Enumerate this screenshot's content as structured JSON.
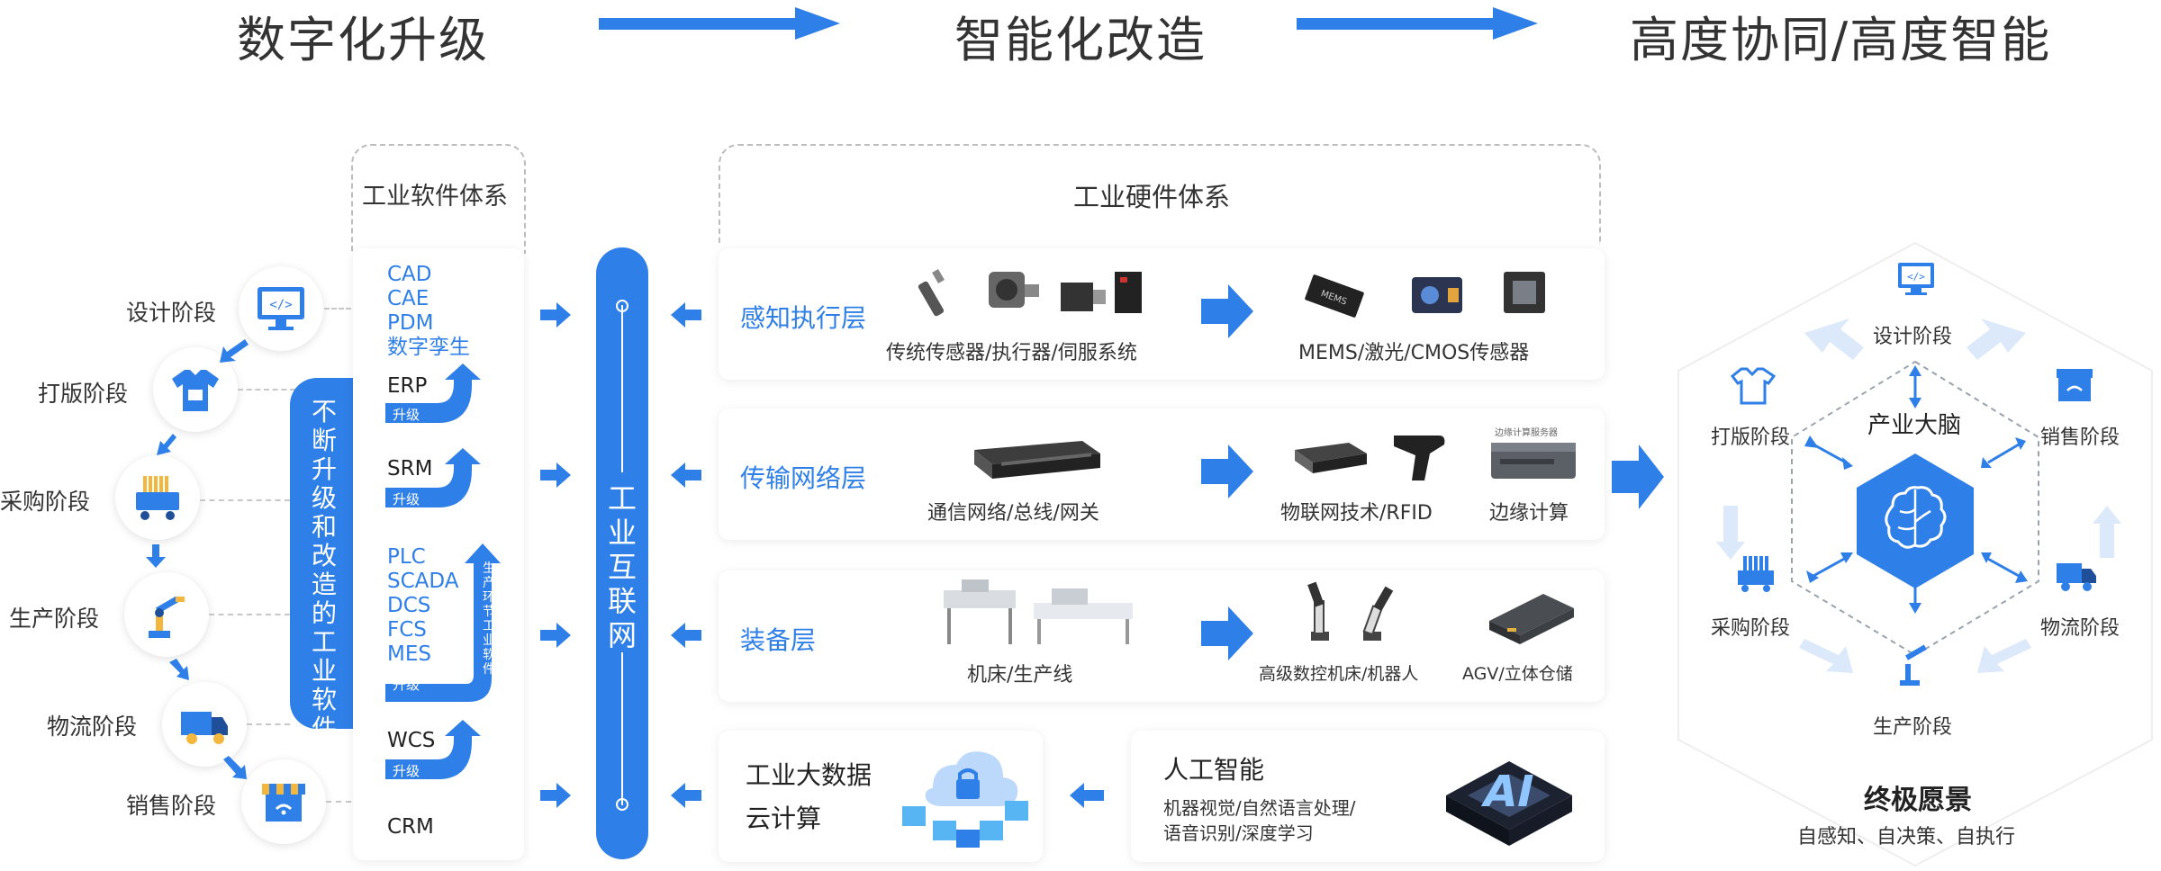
{
  "titles": {
    "t1": "数字化升级",
    "t2": "智能化改造",
    "t3": "高度协同/高度智能"
  },
  "stages": [
    "设计阶段",
    "打版阶段",
    "采购阶段",
    "生产阶段",
    "物流阶段",
    "销售阶段"
  ],
  "left_banner": "不断升级和改造的工业软件",
  "software": {
    "title": "工业软件体系",
    "group1": [
      "CAD",
      "CAE",
      "PDM",
      "数字孪生"
    ],
    "erp": "ERP",
    "srm": "SRM",
    "group2": [
      "PLC",
      "SCADA",
      "DCS",
      "FCS",
      "MES"
    ],
    "wcs": "WCS",
    "crm": "CRM",
    "upgrade": "升级",
    "production_software": "生产环节工业软件"
  },
  "internet": "工业互联网",
  "hardware": {
    "title": "工业硬件体系",
    "layers": [
      {
        "name": "感知执行层",
        "left_caption": "传统传感器/执行器/伺服系统",
        "right_caption": "MEMS/激光/CMOS传感器"
      },
      {
        "name": "传输网络层",
        "left_caption": "通信网络/总线/网关",
        "right_caption": "物联网技术/RFID",
        "extra_caption": "边缘计算",
        "edge_box_label": "边缘计算服务器"
      },
      {
        "name": "装备层",
        "left_caption": "机床/生产线",
        "right_caption": "高级数控机床/机器人",
        "extra_caption": "AGV/立体仓储"
      }
    ],
    "bigdata": {
      "line1": "工业大数据",
      "line2": "云计算"
    },
    "ai": {
      "title": "人工智能",
      "line1": "机器视觉/自然语言处理/",
      "line2": "语音识别/深度学习",
      "chip_label": "AI"
    }
  },
  "vision": {
    "center": "产业大脑",
    "stages": [
      "设计阶段",
      "销售阶段",
      "物流阶段",
      "生产阶段",
      "采购阶段",
      "打版阶段"
    ],
    "title": "终极愿景",
    "subtitle": "自感知、自决策、自执行"
  },
  "colors": {
    "accent": "#2f7fe8",
    "light_accent": "#dbe9fb",
    "text": "#333333"
  }
}
